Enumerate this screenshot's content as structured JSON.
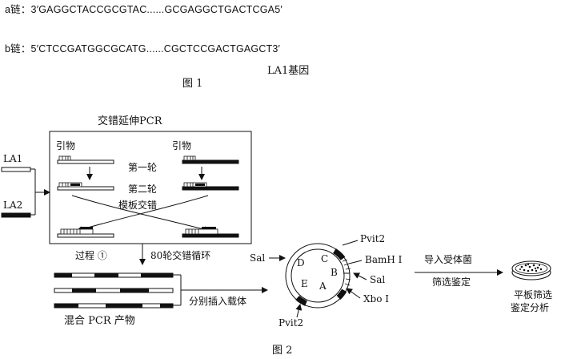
{
  "fig1": {
    "strand_a": "a链：3′GAGGCTACCGCGTAC......GCGAGGCTGACTCGA5′",
    "strand_b": "b链：5′CTCCGATGGCGCATG......CGCTCCGACTGAGCT3′",
    "gene_label": "LA1基因",
    "caption": "图 1"
  },
  "fig2": {
    "box_title": "交错延伸PCR",
    "input_1": "LA1",
    "input_2": "LA2",
    "primer_left": "引物",
    "primer_right": "引物",
    "round_1": "第一轮",
    "round_2": "第二轮",
    "template_switch": "模板交错",
    "process_1": "过程 ①",
    "cycles": "80轮交错循环",
    "mixed_products": "混合 PCR 产物",
    "insert_vector": "分别插入载体",
    "plasmid": {
      "site_pvit2_top": "Pvit2",
      "site_bamhi": "BamH I",
      "site_sal_right": "Sal",
      "site_xboi": "Xbo I",
      "site_sal_left": "Sal",
      "site_pvit2_bottom": "Pvit2",
      "region_a": "A",
      "region_b": "B",
      "region_c": "C",
      "region_d": "D",
      "region_e": "E"
    },
    "transform": "导入受体菌",
    "screen": "筛选鉴定",
    "plate": "平板筛选",
    "plate_2": "鉴定分析",
    "caption": "图 2"
  }
}
